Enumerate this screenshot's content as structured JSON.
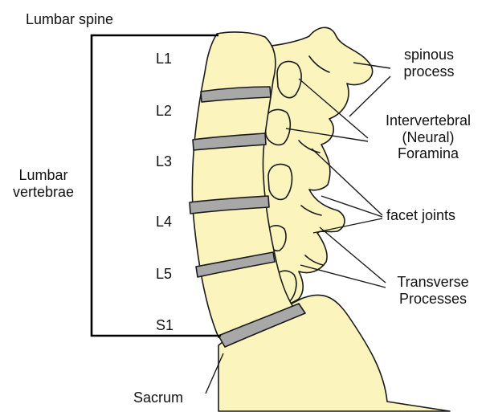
{
  "colors": {
    "bone": "#fbf5bd",
    "bone_outline": "#1a1a1a",
    "disc": "#a8a8a8",
    "foramen": "#fbf5bd",
    "bracket": "#000000",
    "text": "#111111"
  },
  "labels": {
    "lumbar_spine": "Lumbar spine",
    "lumbar_vertebrae": [
      "Lumbar",
      "vertebrae"
    ],
    "levels": [
      "L1",
      "L2",
      "L3",
      "L4",
      "L5",
      "S1"
    ],
    "spinous_process": [
      "spinous",
      "process"
    ],
    "intervertebral_foramina": [
      "Intervertebral",
      "(Neural)",
      "Foramina"
    ],
    "facet_joints": "facet joints",
    "transverse_processes": [
      "Transverse",
      "Processes"
    ],
    "sacrum": "Sacrum"
  }
}
